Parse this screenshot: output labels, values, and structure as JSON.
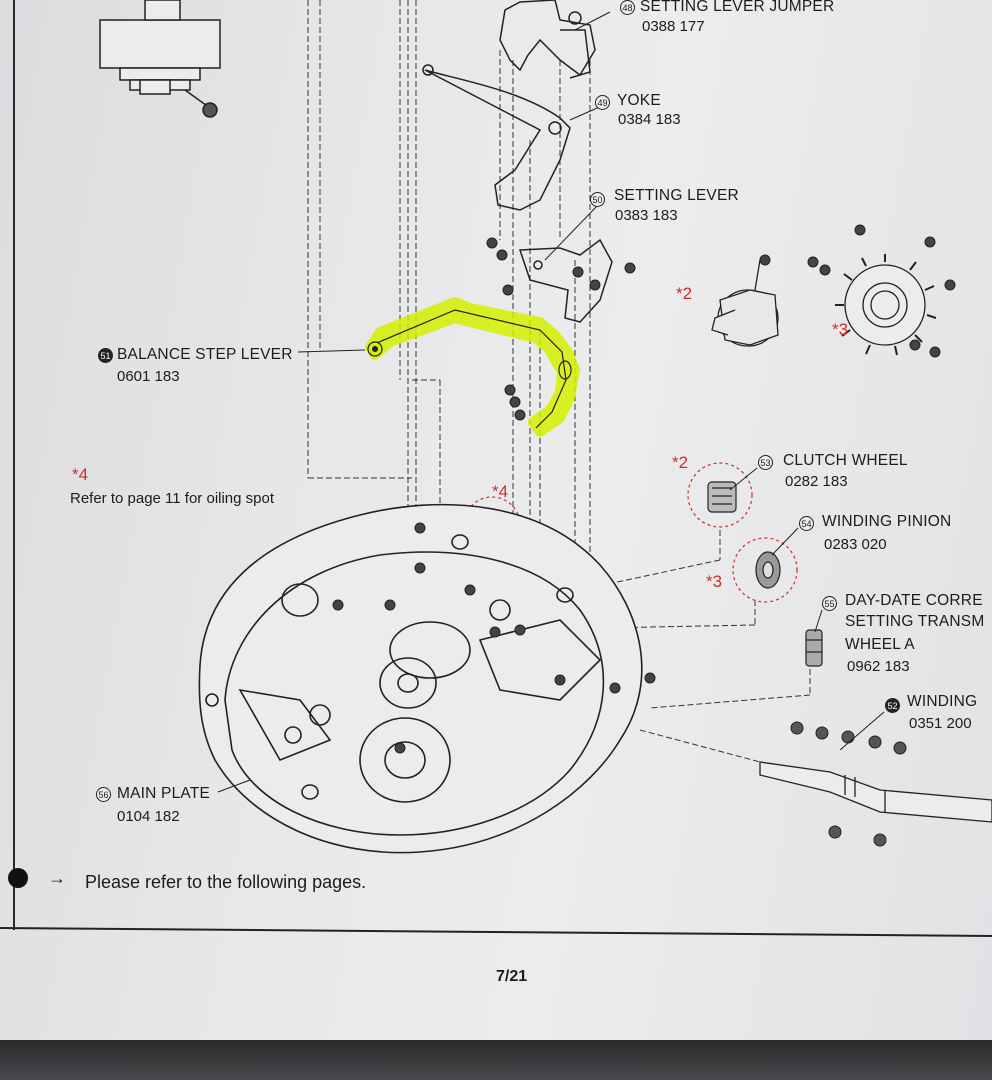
{
  "parts": {
    "setting_lever_jumper": {
      "num": "48",
      "name": "SETTING LEVER JUMPER",
      "code": "0388 177"
    },
    "yoke": {
      "num": "49",
      "name": "YOKE",
      "code": "0384 183"
    },
    "setting_lever": {
      "num": "50",
      "name": "SETTING LEVER",
      "code": "0383 183"
    },
    "balance_step_lever": {
      "num": "51",
      "name": "BALANCE STEP LEVER",
      "code": "0601 183"
    },
    "clutch_wheel": {
      "num": "53",
      "name": "CLUTCH WHEEL",
      "code": "0282 183"
    },
    "winding_pinion": {
      "num": "54",
      "name": "WINDING PINION",
      "code": "0283 020"
    },
    "day_date_corrector": {
      "num": "55",
      "name_line1": "DAY-DATE CORRE",
      "name_line2": "SETTING TRANSM",
      "name_line3": "WHEEL A",
      "code": "0962 183"
    },
    "winding_stem": {
      "num": "52",
      "name": "WINDING",
      "code": "0351 200"
    },
    "main_plate": {
      "num": "56",
      "name": "MAIN PLATE",
      "code": "0104 182"
    }
  },
  "markers": {
    "star2_top": "*2",
    "star3_top": "*3",
    "star4_left": "*4",
    "star4_mid": "*4",
    "star2_clutch": "*2",
    "star3_pinion": "*3"
  },
  "notes": {
    "oiling": "Refer to page 11 for oiling spot"
  },
  "legend": {
    "arrow": "→",
    "text": "Please refer to the following pages."
  },
  "page_number": "7/21",
  "colors": {
    "highlight": "#d4f000",
    "marker_red": "#c8302a",
    "line": "#2a2a2a"
  }
}
